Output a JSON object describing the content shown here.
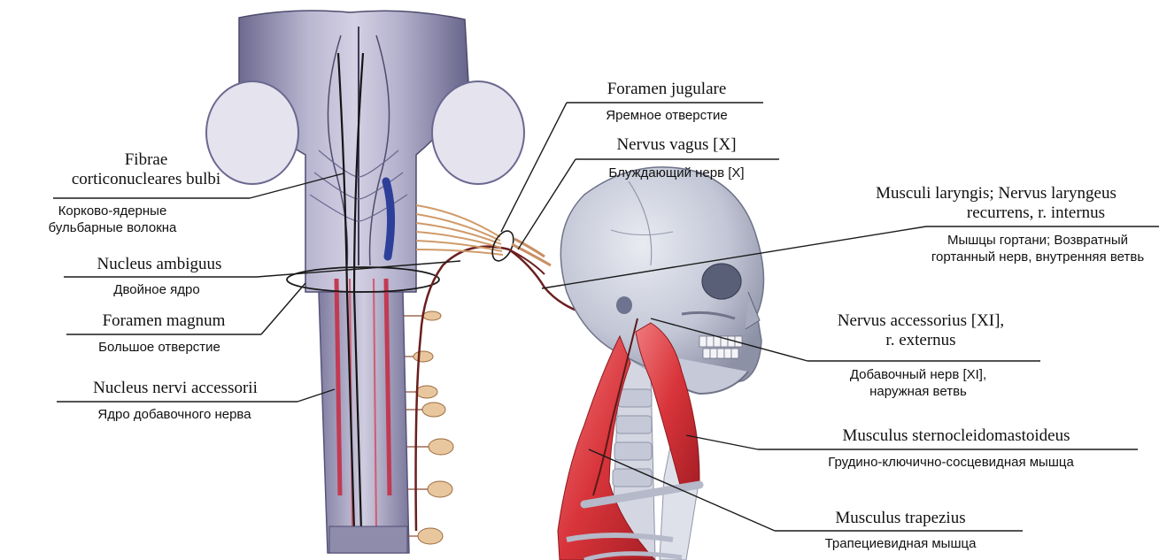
{
  "colors": {
    "brainstem": "#9a97b5",
    "brainstem_light": "#c9c6dc",
    "brainstem_dark": "#5f5c7e",
    "skull": "#c7cbd9",
    "skull_shade": "#8e93a8",
    "muscle": "#d93a3f",
    "nerve": "#6b1e1e",
    "nerve_root": "#d7a071",
    "leader": "#1a1a1a"
  },
  "labels": {
    "fibrae": {
      "latin_1": "Fibrae",
      "latin_2": "corticonucleares bulbi",
      "russian_1": "Корково-ядерные",
      "russian_2": "бульбарные волокна"
    },
    "ambiguus": {
      "latin": "Nucleus ambiguus",
      "russian": "Двойное ядро"
    },
    "foramen_magnum": {
      "latin": "Foramen magnum",
      "russian": "Большое отверстие"
    },
    "accessorii": {
      "latin": "Nucleus nervi accessorii",
      "russian": "Ядро добавочного нерва"
    },
    "jugulare": {
      "latin": "Foramen jugulare",
      "russian": "Яремное отверстие"
    },
    "vagus": {
      "latin": "Nervus vagus [X]",
      "russian": "Блуждающий нерв [X]"
    },
    "laryngis": {
      "latin_1": "Musculi laryngis; Nervus laryngeus",
      "latin_2": "recurrens, r. internus",
      "russian_1": "Мышцы гортани; Возвратный",
      "russian_2": "гортанный нерв, внутренняя ветвь"
    },
    "accessorius": {
      "latin_1": "Nervus accessorius [XI],",
      "latin_2": "r. externus",
      "russian_1": "Добавочный нерв [XI],",
      "russian_2": "наружная ветвь"
    },
    "scm": {
      "latin": "Musculus sternocleidomastoideus",
      "russian": "Грудино-ключично-сосцевидная мышца"
    },
    "trapezius": {
      "latin": "Musculus trapezius",
      "russian": "Трапециевидная мышца"
    }
  }
}
